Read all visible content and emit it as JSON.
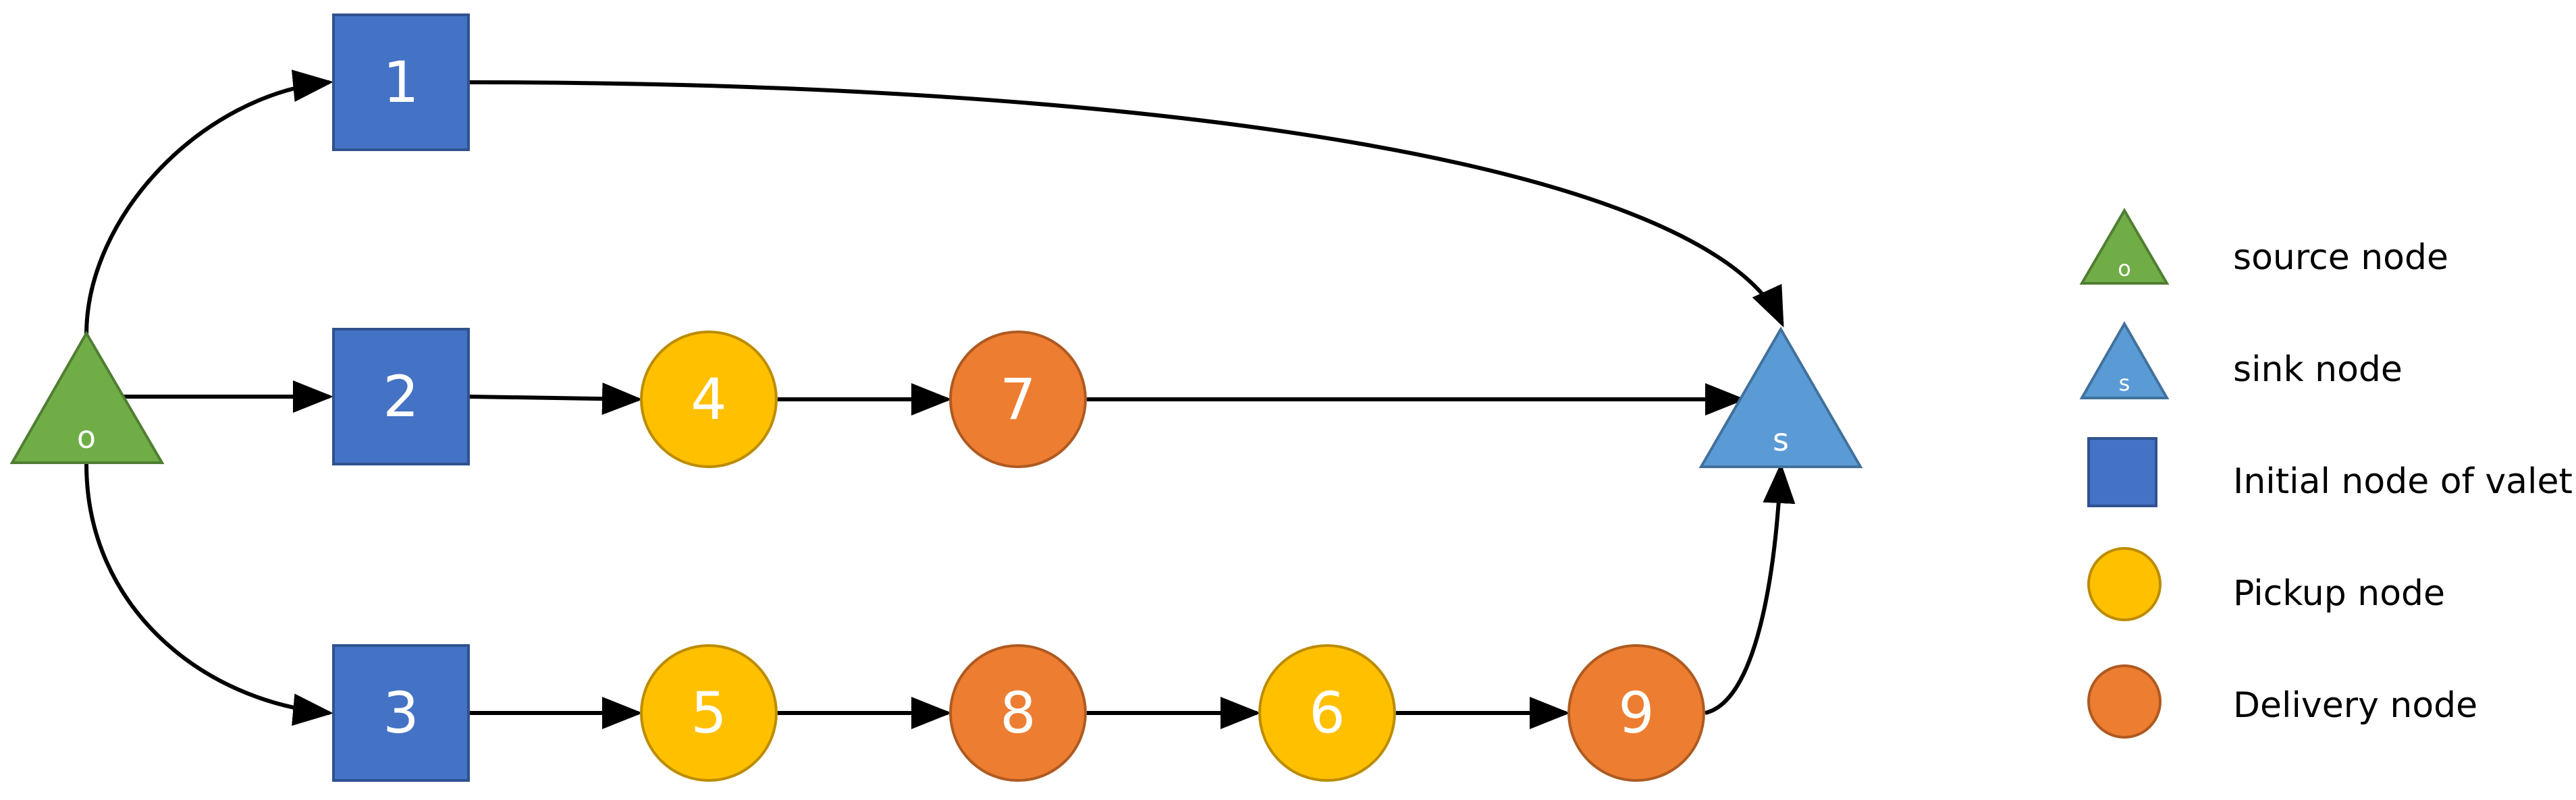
{
  "colors": {
    "source": "#70ad47",
    "source_stroke": "#507e32",
    "sink": "#5b9bd5",
    "sink_stroke": "#41719c",
    "valet": "#4472c4",
    "valet_stroke": "#2f528f",
    "pickup": "#ffc000",
    "pickup_stroke": "#bc8c00",
    "delivery": "#ed7d31",
    "delivery_stroke": "#ae5a21",
    "edge": "#000000"
  },
  "nodes": {
    "source": "o",
    "sink": "s",
    "valet_1": "1",
    "valet_2": "2",
    "valet_3": "3",
    "pickup_4": "4",
    "pickup_5": "5",
    "pickup_6": "6",
    "delivery_7": "7",
    "delivery_8": "8",
    "delivery_9": "9"
  },
  "legend": {
    "source_symbol": "o",
    "sink_symbol": "s",
    "items": [
      {
        "label": "source node",
        "shape": "triangle",
        "color": "#70ad47"
      },
      {
        "label": "sink node",
        "shape": "triangle",
        "color": "#5b9bd5"
      },
      {
        "label": "Initial node of valet",
        "shape": "square",
        "color": "#4472c4"
      },
      {
        "label": "Pickup node",
        "shape": "circle",
        "color": "#ffc000"
      },
      {
        "label": "Delivery node",
        "shape": "circle",
        "color": "#ed7d31"
      }
    ]
  },
  "edges": [
    {
      "from": "o",
      "to": "1"
    },
    {
      "from": "o",
      "to": "2"
    },
    {
      "from": "o",
      "to": "3"
    },
    {
      "from": "1",
      "to": "s"
    },
    {
      "from": "2",
      "to": "4"
    },
    {
      "from": "4",
      "to": "7"
    },
    {
      "from": "7",
      "to": "s"
    },
    {
      "from": "3",
      "to": "5"
    },
    {
      "from": "5",
      "to": "8"
    },
    {
      "from": "8",
      "to": "6"
    },
    {
      "from": "6",
      "to": "9"
    },
    {
      "from": "9",
      "to": "s"
    }
  ]
}
